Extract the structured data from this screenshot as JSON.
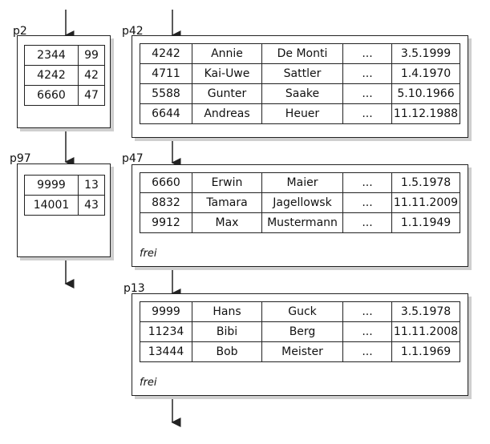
{
  "index_pages": [
    {
      "label": "p2",
      "rows": [
        {
          "key": "2344",
          "pointer": "99"
        },
        {
          "key": "4242",
          "pointer": "42"
        },
        {
          "key": "6660",
          "pointer": "47"
        }
      ]
    },
    {
      "label": "p97",
      "rows": [
        {
          "key": "9999",
          "pointer": "13"
        },
        {
          "key": "14001",
          "pointer": "43"
        }
      ]
    }
  ],
  "data_pages": [
    {
      "label": "p42",
      "rows": [
        [
          "4242",
          "Annie",
          "De Monti",
          "...",
          "3.5.1999"
        ],
        [
          "4711",
          "Kai-Uwe",
          "Sattler",
          "...",
          "1.4.1970"
        ],
        [
          "5588",
          "Gunter",
          "Saake",
          "...",
          "5.10.1966"
        ],
        [
          "6644",
          "Andreas",
          "Heuer",
          "...",
          "11.12.1988"
        ]
      ],
      "free_label": ""
    },
    {
      "label": "p47",
      "rows": [
        [
          "6660",
          "Erwin",
          "Maier",
          "...",
          "1.5.1978"
        ],
        [
          "8832",
          "Tamara",
          "Jagellowsk",
          "...",
          "11.11.2009"
        ],
        [
          "9912",
          "Max",
          "Mustermann",
          "...",
          "1.1.1949"
        ]
      ],
      "free_label": "frei"
    },
    {
      "label": "p13",
      "rows": [
        [
          "9999",
          "Hans",
          "Guck",
          "...",
          "3.5.1978"
        ],
        [
          "11234",
          "Bibi",
          "Berg",
          "...",
          "11.11.2008"
        ],
        [
          "13444",
          "Bob",
          "Meister",
          "...",
          "1.1.1969"
        ]
      ],
      "free_label": "frei"
    }
  ]
}
